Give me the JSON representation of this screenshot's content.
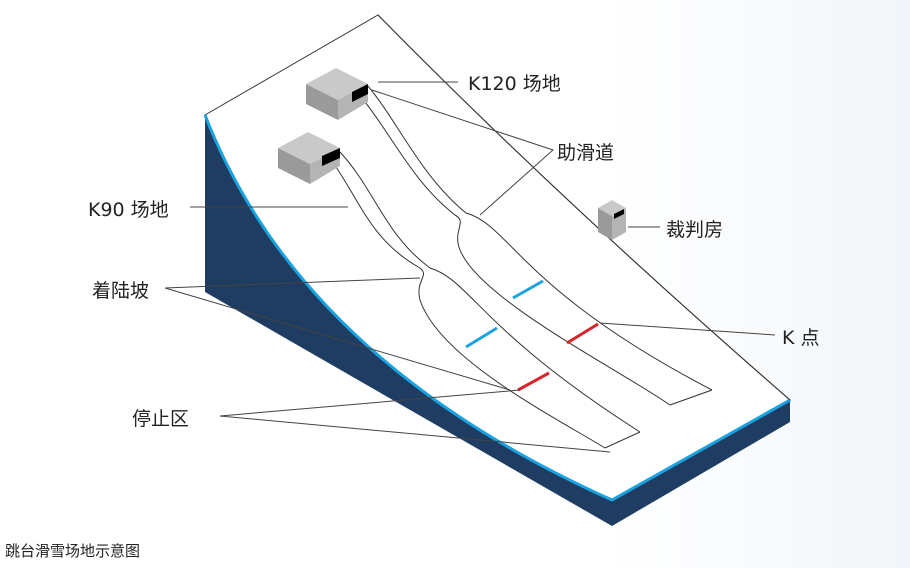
{
  "labels": {
    "k120": "K120 场地",
    "inrun": "助滑道",
    "k90": "K90 场地",
    "judge_tower": "裁判房",
    "landing_slope": "着陆坡",
    "k_point": "K 点",
    "outrun": "停止区"
  },
  "caption": "跳台滑雪场地示意图",
  "colors": {
    "side": "#1f3d62",
    "edge": "#1aa3e0",
    "k_point": "#d9232d",
    "p_point": "#1aa3e0"
  }
}
